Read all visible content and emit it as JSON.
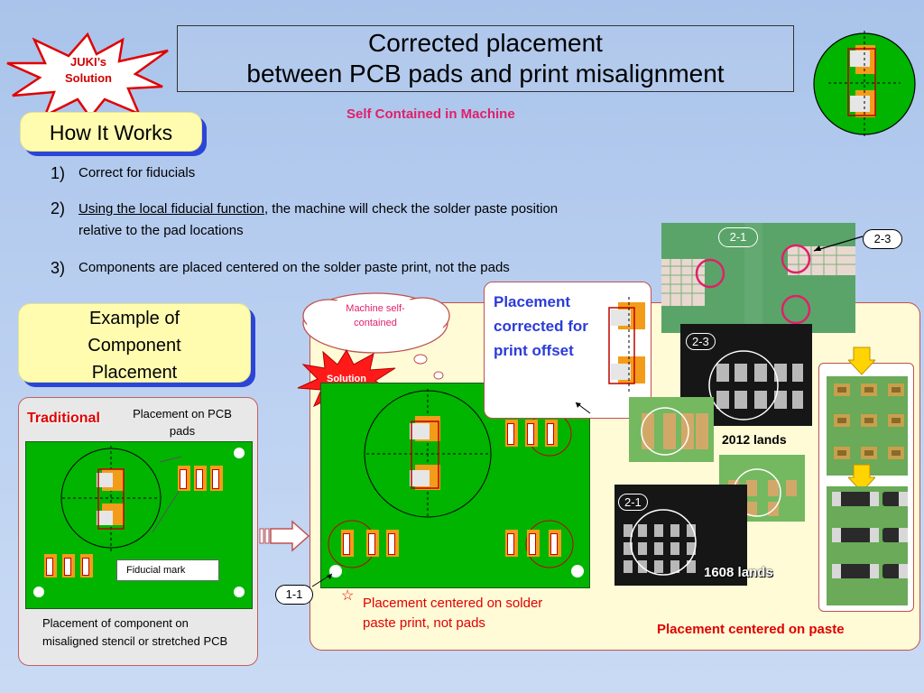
{
  "title": {
    "line1": "Corrected placement",
    "line2": "between PCB pads and print misalignment"
  },
  "subtitle": "Self Contained in Machine",
  "badge": {
    "line1": "JUKI’s",
    "line2": "Solution"
  },
  "how_it_works": "How It Works",
  "steps": [
    {
      "num": "1)",
      "text": "Correct for fiducials"
    },
    {
      "num": "2)",
      "link": "Using the local fiducial function",
      "text": ", the machine will check the solder paste position",
      "text2": "relative to the pad locations"
    },
    {
      "num": "3)",
      "text": "Components are placed centered on the solder paste print, not the pads"
    }
  ],
  "example": {
    "line1": "Example of",
    "line2": "Component",
    "line3": "Placement"
  },
  "traditional": {
    "label": "Traditional",
    "placement_label_1": "Placement on PCB",
    "placement_label_2": "pads",
    "fiducial_label": "Fiducial mark",
    "caption_1": "Placement of component on",
    "caption_2": "misaligned stencil or stretched PCB"
  },
  "solution": {
    "cloud_line1": "Machine self-",
    "cloud_line2": "contained",
    "burst_label": "Solution",
    "corrected_1": "Placement",
    "corrected_2": "corrected for",
    "corrected_3": "print offset",
    "caption_1": "Placement centered on solder",
    "caption_2": "paste print, not pads",
    "star": "☆",
    "callout_1_1": "1-1",
    "paste_caption": "Placement centered on paste"
  },
  "photos": {
    "callout_2_1": "2-1",
    "callout_2_3": "2-3",
    "label_2012": "2012 lands",
    "label_1608": "1608 lands",
    "tag_2_3": "2-3",
    "tag_2_1": "2-1"
  },
  "colors": {
    "pcb_green": "#00b400",
    "pad_orange": "#f39c1a",
    "accent_red": "#e00000",
    "accent_blue": "#2b3bd8",
    "pill_yellow": "#fffcb0"
  }
}
